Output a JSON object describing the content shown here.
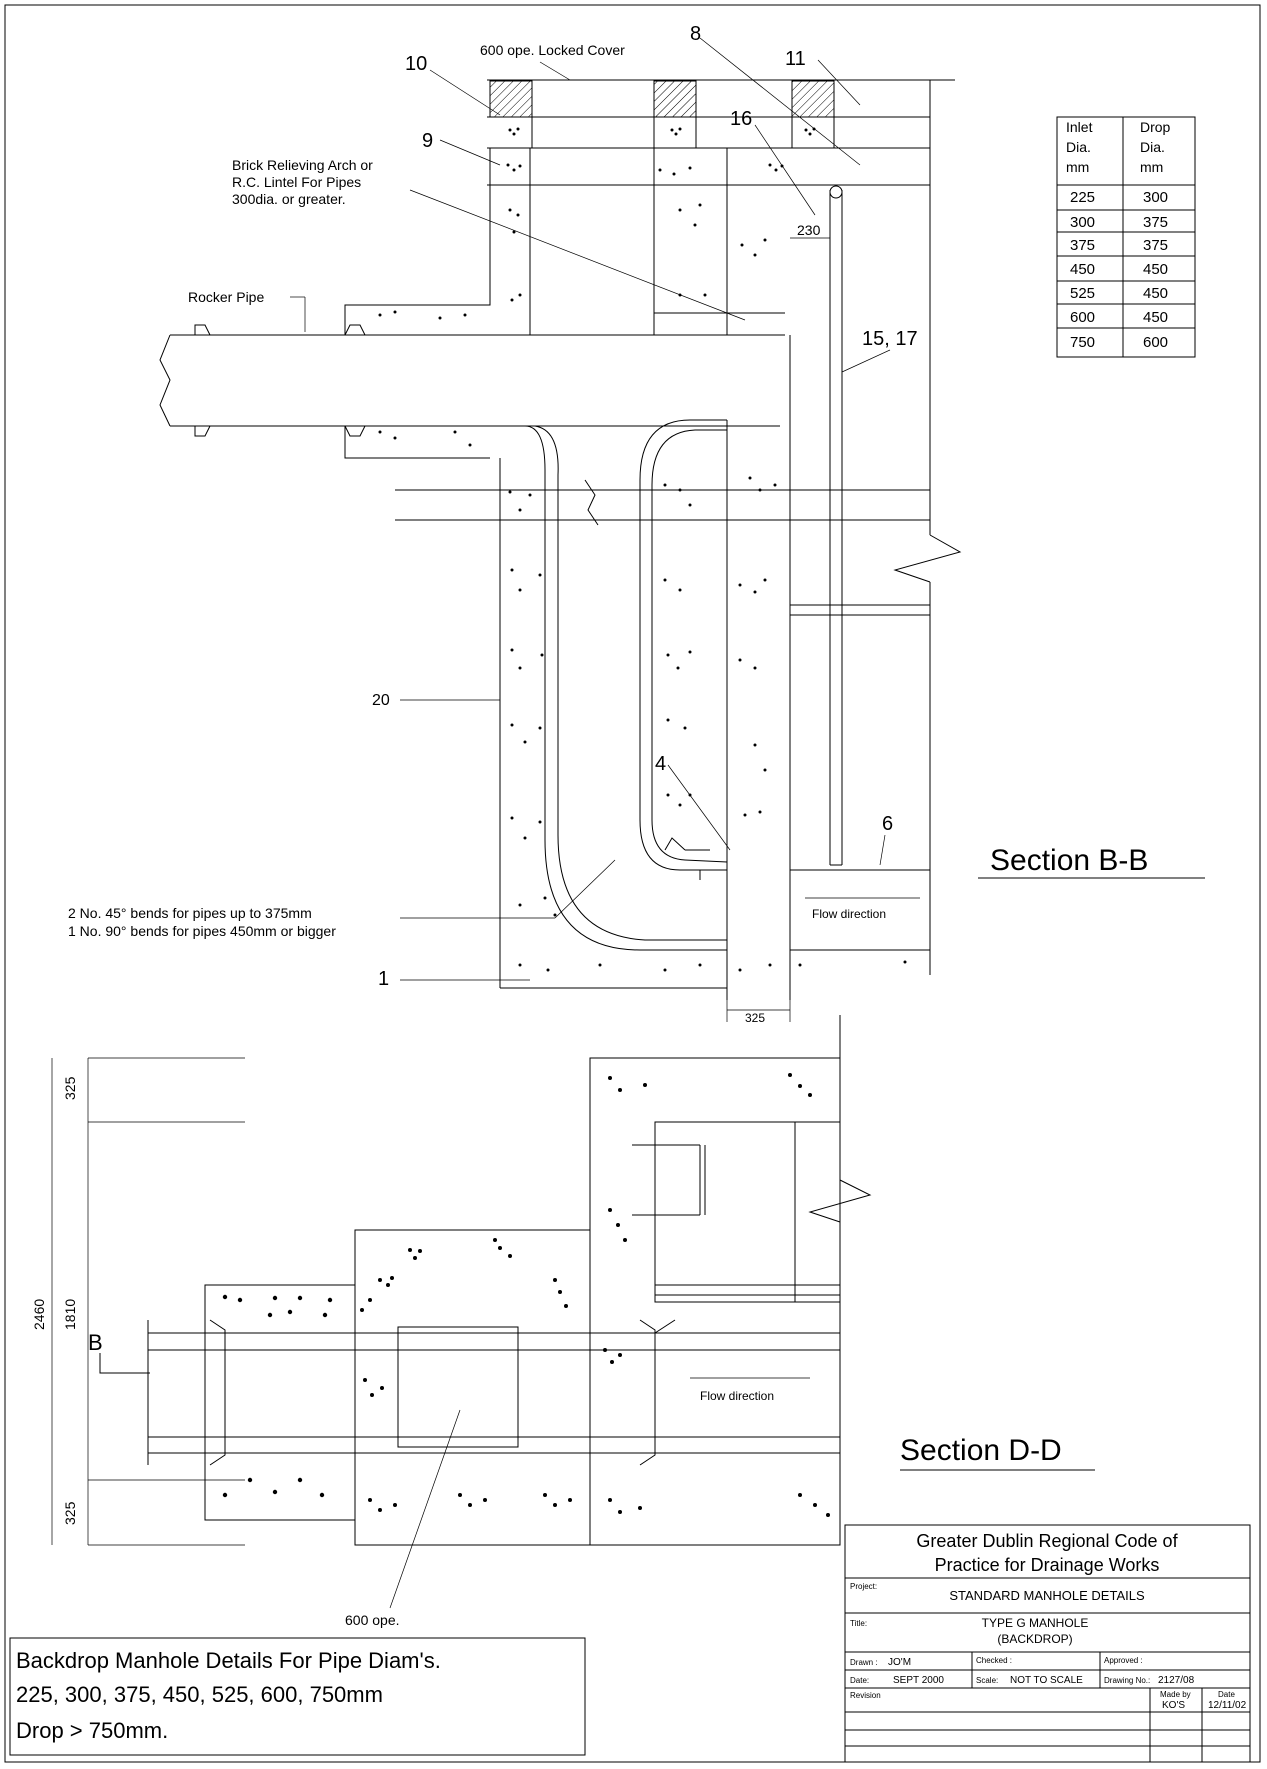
{
  "top_labels": {
    "cover": "600 ope.  Locked Cover",
    "arch_line1": "Brick Relieving Arch or",
    "arch_line2": "R.C. Lintel For Pipes",
    "arch_line3": "300dia. or greater.",
    "rocker_pipe": "Rocker Pipe",
    "bends_line1": "2 No. 45° bends for pipes up to 375mm",
    "bends_line2": "1 No. 90° bends for pipes 450mm or bigger",
    "flow_top": "Flow direction",
    "flow_bottom": "Flow direction",
    "dim_230": "230",
    "dim_325_top": "325",
    "section_bb": "Section B-B",
    "section_dd": "Section D-D",
    "ope_600": "600 ope.",
    "section_marker": "B"
  },
  "callouts": {
    "c10": "10",
    "c8": "8",
    "c11": "11",
    "c9": "9",
    "c16": "16",
    "c15_17": "15, 17",
    "c20": "20",
    "c4": "4",
    "c6": "6",
    "c1": "1"
  },
  "dims_left": {
    "d325_top": "325",
    "d1810": "1810",
    "d2460": "2460",
    "d325_bottom": "325"
  },
  "dia_table": {
    "header_inlet": [
      "Inlet",
      "Dia.",
      "mm"
    ],
    "header_drop": [
      "Drop",
      "Dia.",
      "mm"
    ],
    "rows": [
      [
        "225",
        "300"
      ],
      [
        "300",
        "375"
      ],
      [
        "375",
        "375"
      ],
      [
        "450",
        "450"
      ],
      [
        "525",
        "450"
      ],
      [
        "600",
        "450"
      ],
      [
        "750",
        "600"
      ]
    ]
  },
  "note_box": {
    "line1": "Backdrop Manhole Details For Pipe Diam's.",
    "line2": "225, 300, 375, 450, 525, 600, 750mm",
    "line3": "Drop > 750mm."
  },
  "title_block": {
    "org_line1": "Greater Dublin Regional Code of",
    "org_line2": "Practice for Drainage Works",
    "project_label": "Project:",
    "project_value": "STANDARD MANHOLE DETAILS",
    "title_label": "Title:",
    "title_value1": "TYPE G MANHOLE",
    "title_value2": "(BACKDROP)",
    "drawn_label": "Drawn :",
    "drawn_value": "JO'M",
    "checked_label": "Checked :",
    "approved_label": "Approved :",
    "date_label": "Date:",
    "date_value": "SEPT 2000",
    "scale_label": "Scale:",
    "scale_value": "NOT TO SCALE",
    "drawing_no_label": "Drawing No.:",
    "drawing_no_value": "2127/08",
    "revision_label": "Revision",
    "made_by_label": "Made by",
    "made_by_value": "KO'S",
    "rev_date_label": "Date",
    "rev_date_value": "12/11/02"
  }
}
